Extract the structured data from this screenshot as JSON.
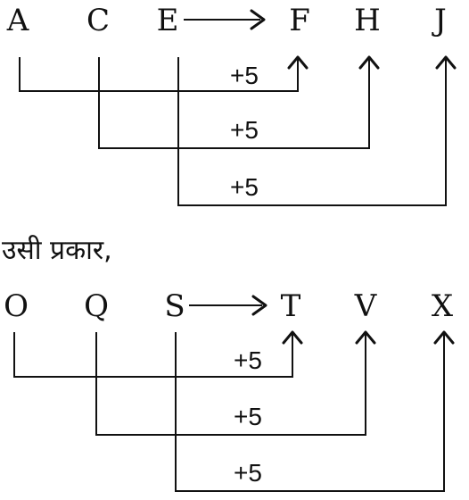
{
  "example1": {
    "sources": [
      "A",
      "C",
      "E"
    ],
    "targets": [
      "F",
      "H",
      "J"
    ],
    "shift_labels": [
      "+5",
      "+5",
      "+5"
    ]
  },
  "transition_text": "उसी प्रकार,",
  "example2": {
    "sources": [
      "O",
      "Q",
      "S"
    ],
    "targets": [
      "T",
      "V",
      "X"
    ],
    "shift_labels": [
      "+5",
      "+5",
      "+5"
    ]
  }
}
